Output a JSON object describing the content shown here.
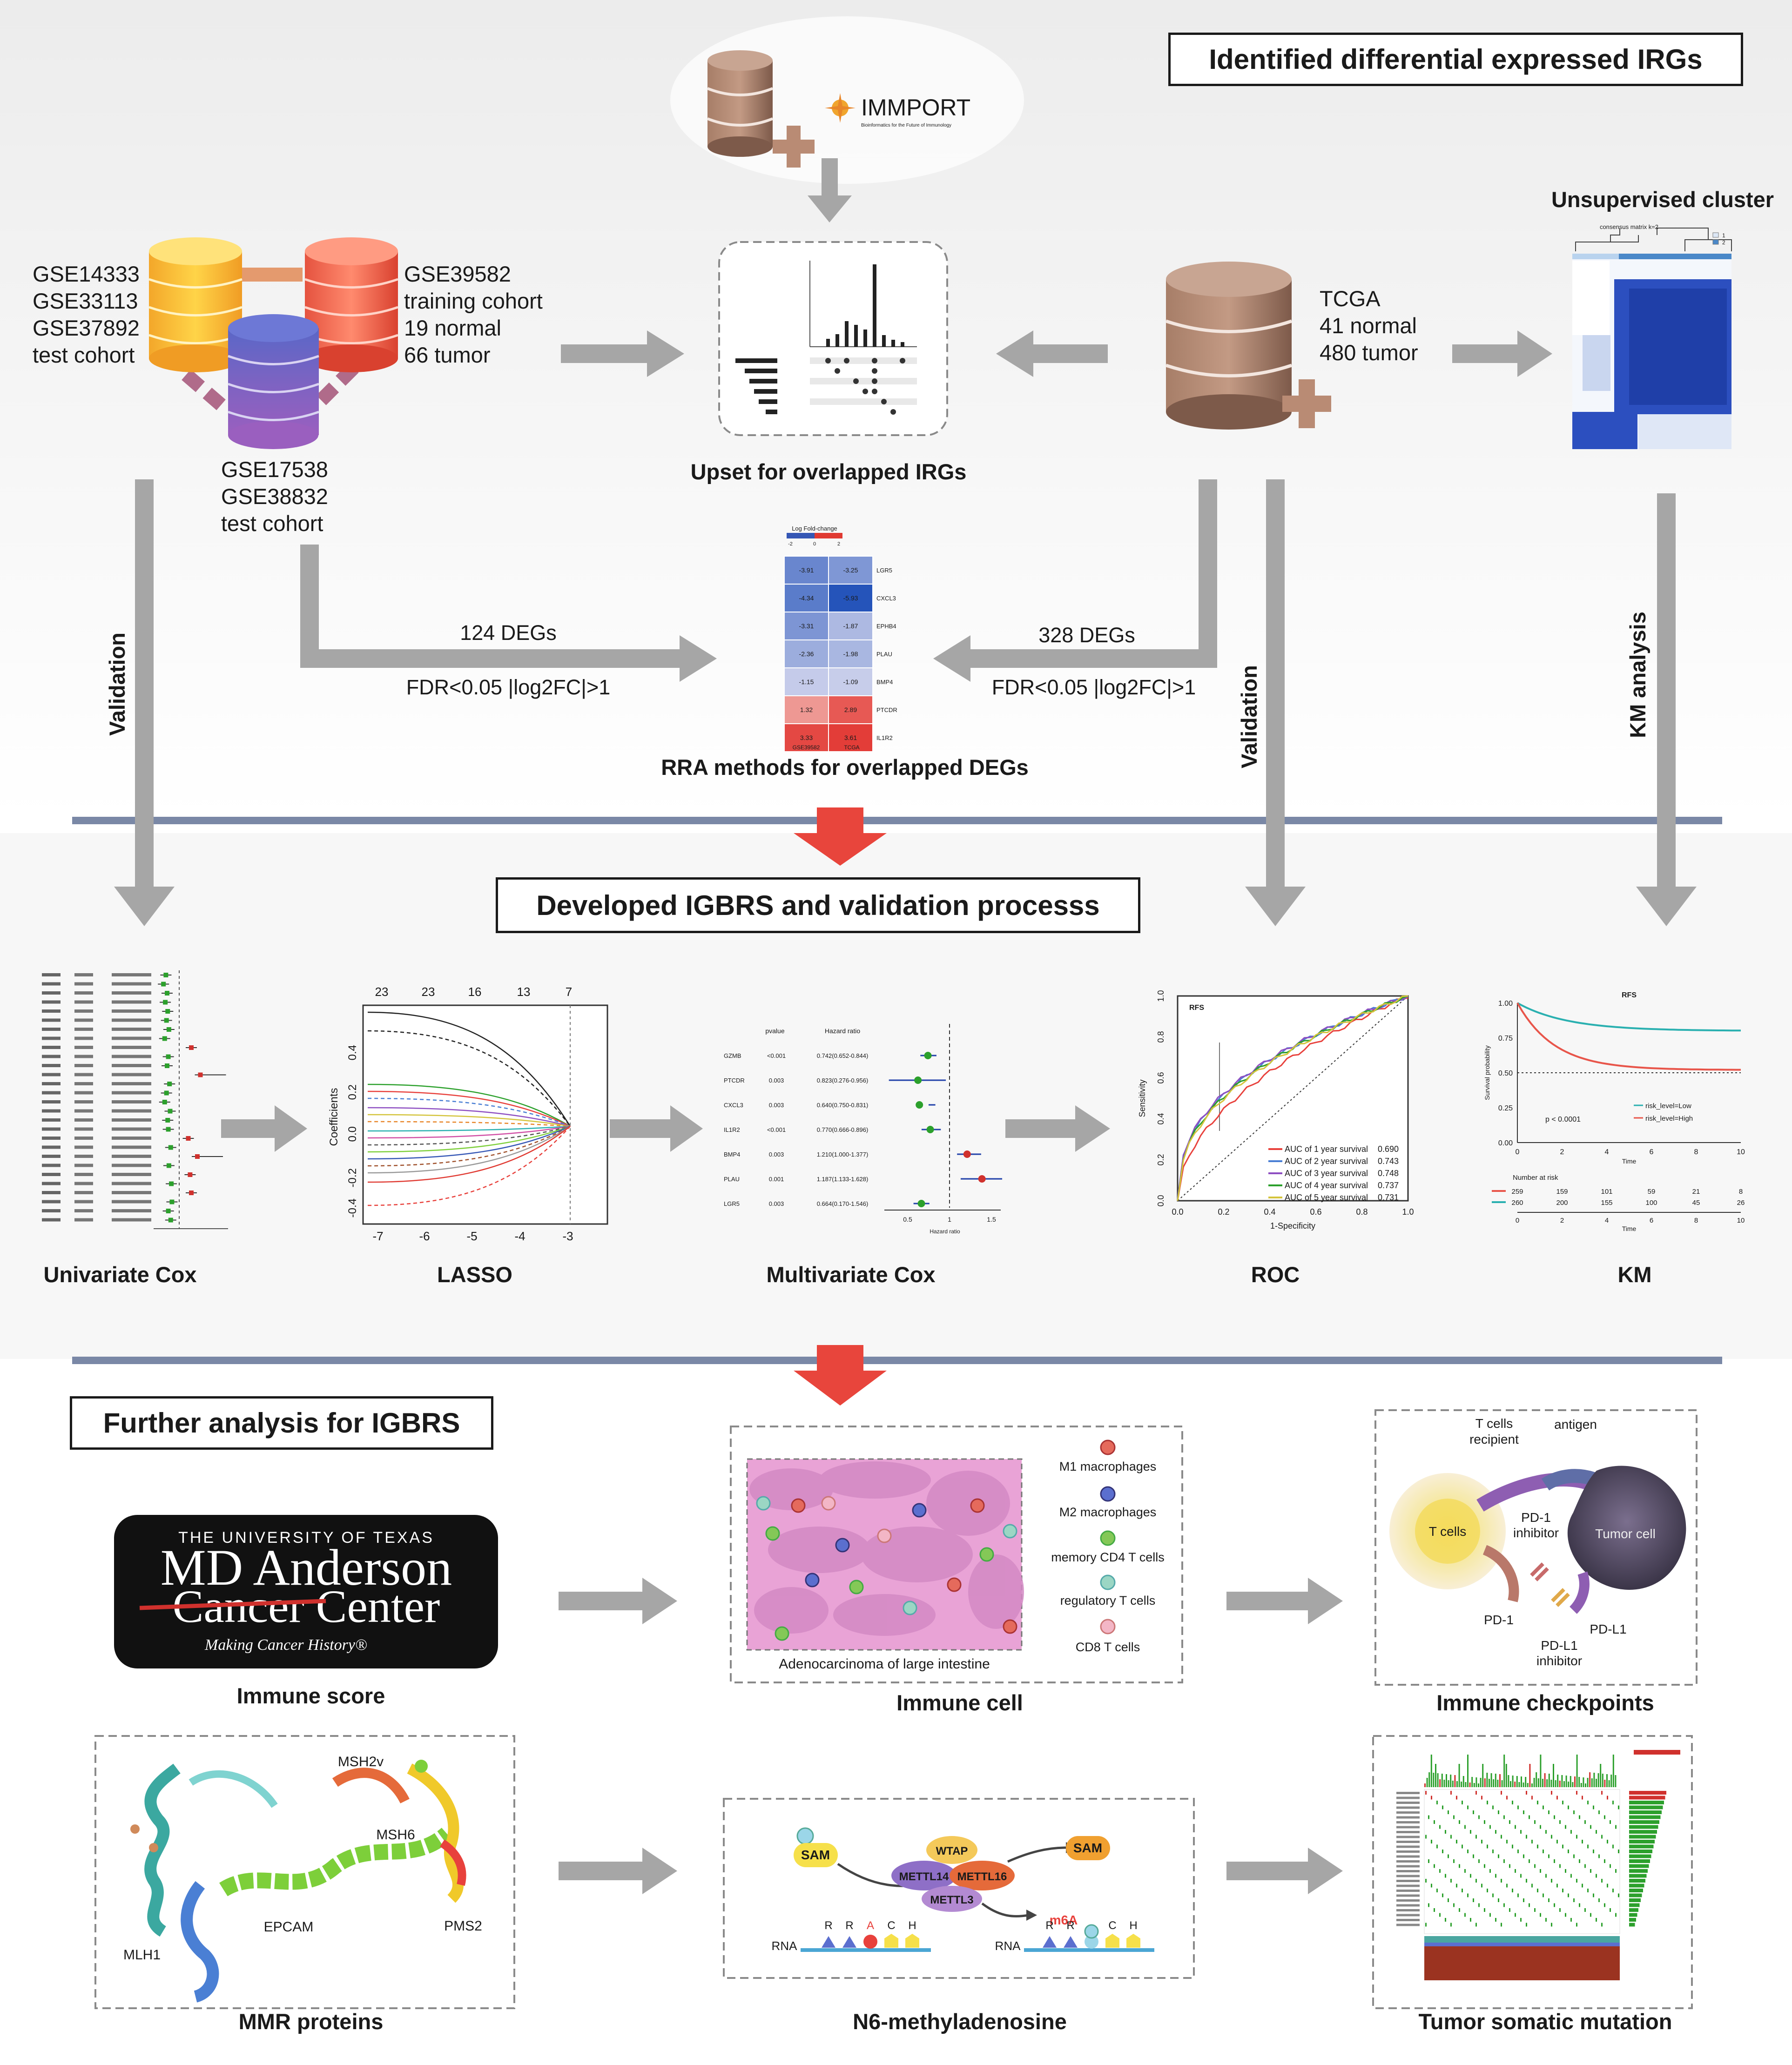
{
  "headers": {
    "identified": "Identified differential expressed IRGs",
    "developed": "Developed IGBRS and validation processs",
    "further": "Further analysis for IGBRS"
  },
  "databases": {
    "test1": [
      "GSE14333",
      "GSE33113",
      "GSE37892",
      "test cohort"
    ],
    "training": [
      "GSE39582",
      "training cohort",
      "19 normal",
      "66 tumor"
    ],
    "test2": [
      "GSE17538",
      "GSE38832",
      "test cohort"
    ],
    "tcga": [
      "TCGA",
      "41 normal",
      "480 tumor"
    ],
    "immport_logo": "IMMPORT",
    "immport_tagline": "Bioinformatics for the Future of Immunology"
  },
  "top_labels": {
    "upset": "Upset for overlapped IRGs",
    "unsupervised": "Unsupervised cluster",
    "consensus_title": "consensus matrix k=2",
    "consensus_legend": [
      "1",
      "2"
    ],
    "rra": "RRA methods for overlapped DEGs",
    "degs_left": "124 DEGs",
    "fdr_left": "FDR<0.05 |log2FC|>1",
    "degs_right": "328 DEGs",
    "fdr_right": "FDR<0.05 |log2FC|>1",
    "validation_left": "Validation",
    "validation_right": "Validation",
    "km_analysis": "KM analysis"
  },
  "rra_heatmap": {
    "legend_title": "Log Fold-change",
    "legend_ticks": [
      "-2",
      "0",
      "2"
    ],
    "genes": [
      "LGR5",
      "CXCL3",
      "EPHB4",
      "PLAU",
      "BMP4",
      "PTCDR",
      "IL1R2"
    ],
    "values": [
      [
        -3.91,
        -3.25
      ],
      [
        -4.34,
        -5.93
      ],
      [
        -3.31,
        -1.87
      ],
      [
        -2.36,
        -1.98
      ],
      [
        -1.15,
        -1.09
      ],
      [
        1.32,
        2.89
      ],
      [
        3.33,
        3.61
      ]
    ],
    "columns": [
      "GSE39582",
      "TCGA"
    ]
  },
  "section2_labels": {
    "univariate": "Univariate Cox",
    "lasso": "LASSO",
    "multivariate": "Multivariate Cox",
    "roc": "ROC",
    "km": "KM"
  },
  "lasso": {
    "top_ticks": [
      "23",
      "23",
      "16",
      "13",
      "7"
    ],
    "x_ticks": [
      "-7",
      "-6",
      "-5",
      "-4",
      "-3"
    ],
    "y_ticks": [
      "0.4",
      "0.2",
      "0.0",
      "-0.2",
      "-0.4"
    ],
    "ylabel": "Coefficients"
  },
  "multivariate": {
    "col_p": "pvalue",
    "col_hr": "Hazard ratio",
    "genes": [
      "GZMB",
      "PTCDR",
      "CXCL3",
      "IL1R2",
      "BMP4",
      "PLAU",
      "LGR5"
    ],
    "pvalues": [
      "<0.001",
      "0.003",
      "0.003",
      "<0.001",
      "0.003",
      "0.001",
      "0.003"
    ],
    "hr_text": [
      "0.742(0.652-0.844)",
      "0.823(0.276-0.956)",
      "0.640(0.750-0.831)",
      "0.770(0.666-0.896)",
      "1.210(1.000-1.377)",
      "1.187(1.133-1.628)",
      "0.664(0.170-1.546)"
    ],
    "hr": [
      0.742,
      0.623,
      0.64,
      0.77,
      1.21,
      1.387,
      0.664
    ],
    "lo": [
      0.652,
      0.276,
      0.75,
      0.666,
      1.09,
      1.133,
      0.57
    ],
    "hi": [
      0.844,
      0.956,
      0.831,
      0.896,
      1.377,
      1.628,
      0.76
    ],
    "x_ticks": [
      "0.5",
      "1",
      "1.5"
    ],
    "xlabel": "Hazard ratio"
  },
  "roc": {
    "title": "RFS",
    "x_ticks": [
      "0.0",
      "0.2",
      "0.4",
      "0.6",
      "0.8",
      "1.0"
    ],
    "y_ticks": [
      "0.0",
      "0.2",
      "0.4",
      "0.6",
      "0.8",
      "1.0"
    ],
    "xlabel": "1-Specificity",
    "ylabel": "Sensitivity",
    "legend": [
      {
        "label": "AUC of 1 year survival",
        "value": "0.690",
        "color": "#e8413c"
      },
      {
        "label": "AUC of 2 year survival",
        "value": "0.743",
        "color": "#4a7fd4"
      },
      {
        "label": "AUC of 3 year survival",
        "value": "0.748",
        "color": "#8e4fc2"
      },
      {
        "label": "AUC of 4 year survival",
        "value": "0.737",
        "color": "#2ca02c"
      },
      {
        "label": "AUC of 5 year survival",
        "value": "0.731",
        "color": "#d4c43c"
      }
    ]
  },
  "km": {
    "title": "RFS",
    "ylabel": "Survival probability",
    "y_ticks": [
      "1.00",
      "0.75",
      "0.50",
      "0.25",
      "0.00"
    ],
    "x_ticks": [
      "0",
      "2",
      "4",
      "6",
      "8",
      "10"
    ],
    "xlabel": "Time",
    "pvalue": "p < 0.0001",
    "legend_low": "risk_level=Low",
    "legend_high": "risk_level=High",
    "number_at_risk": "Number at risk",
    "risk_high": [
      "259",
      "159",
      "101",
      "59",
      "21",
      "8"
    ],
    "risk_low": [
      "260",
      "200",
      "155",
      "100",
      "45",
      "26"
    ],
    "color_low": "#2ab0b0",
    "color_high": "#e8554a"
  },
  "section3_labels": {
    "immune_score": "Immune score",
    "immune_cell": "Immune cell",
    "checkpoints": "Immune checkpoints",
    "mmr": "MMR proteins",
    "m6a": "N6-methyladenosine",
    "tsm": "Tumor somatic mutation"
  },
  "mdanderson": {
    "line1": "THE UNIVERSITY OF TEXAS",
    "line2": "MD Anderson",
    "line3": "Cancer Center",
    "line4": "Making Cancer History®"
  },
  "immune_cell": {
    "tissue": "Adenocarcinoma of large intestine",
    "cells": [
      "M1 macrophages",
      "M2 macrophages",
      "memory CD4 T cells",
      "regulatory T cells",
      "CD8 T cells"
    ]
  },
  "checkpoint": {
    "t_receptor": [
      "T cells",
      "recipient"
    ],
    "antigen": "antigen",
    "t_cells": "T cells",
    "tumor_cell": "Tumor cell",
    "pd1_inhibitor": [
      "PD-1",
      "inhibitor"
    ],
    "pd1": "PD-1",
    "pdl1": "PD-L1",
    "pdl1_inhibitor": [
      "PD-L1",
      "inhibitor"
    ]
  },
  "mmr": {
    "labels": [
      "MSH2v",
      "MSH6",
      "EPCAM",
      "PMS2",
      "MLH1"
    ]
  },
  "m6a": {
    "sam_left": "SAM",
    "sam_right": "SAM",
    "wtap": "WTAP",
    "mettl14": "METTL14",
    "mettl16": "METTL16",
    "mettl3": "METTL3",
    "m6a": "m6A",
    "rna_left": "RNA",
    "rna_right": "RNA",
    "bases_left": [
      "R",
      "R",
      "A",
      "C",
      "H"
    ],
    "bases_right": [
      "R",
      "R",
      "",
      "C",
      "H"
    ]
  },
  "colors": {
    "arrow": "#a6a6a6",
    "divider": "#7a88a6",
    "red_arrow": "#e8453c",
    "dashed": "#8a8a8a",
    "heat_blue": "#3557b5",
    "heat_red": "#e03a32"
  }
}
